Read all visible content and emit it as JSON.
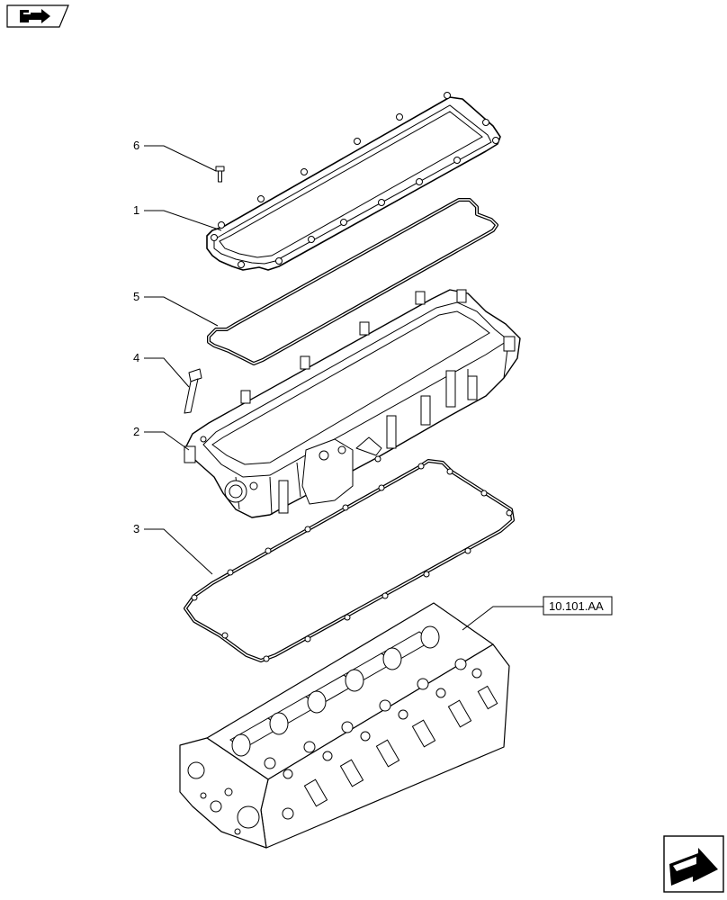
{
  "icons": {
    "top_left": "previous-page-arrow-icon",
    "bottom_right": "next-page-arrow-icon"
  },
  "callouts": [
    {
      "id": "6",
      "label": "6",
      "part": "screw"
    },
    {
      "id": "1",
      "label": "1",
      "part": "cover"
    },
    {
      "id": "5",
      "label": "5",
      "part": "gasket-upper"
    },
    {
      "id": "4",
      "label": "4",
      "part": "bolt"
    },
    {
      "id": "2",
      "label": "2",
      "part": "carrier-housing"
    },
    {
      "id": "3",
      "label": "3",
      "part": "gasket-lower"
    }
  ],
  "reference": {
    "label": "10.101.AA",
    "part": "cylinder-head"
  }
}
